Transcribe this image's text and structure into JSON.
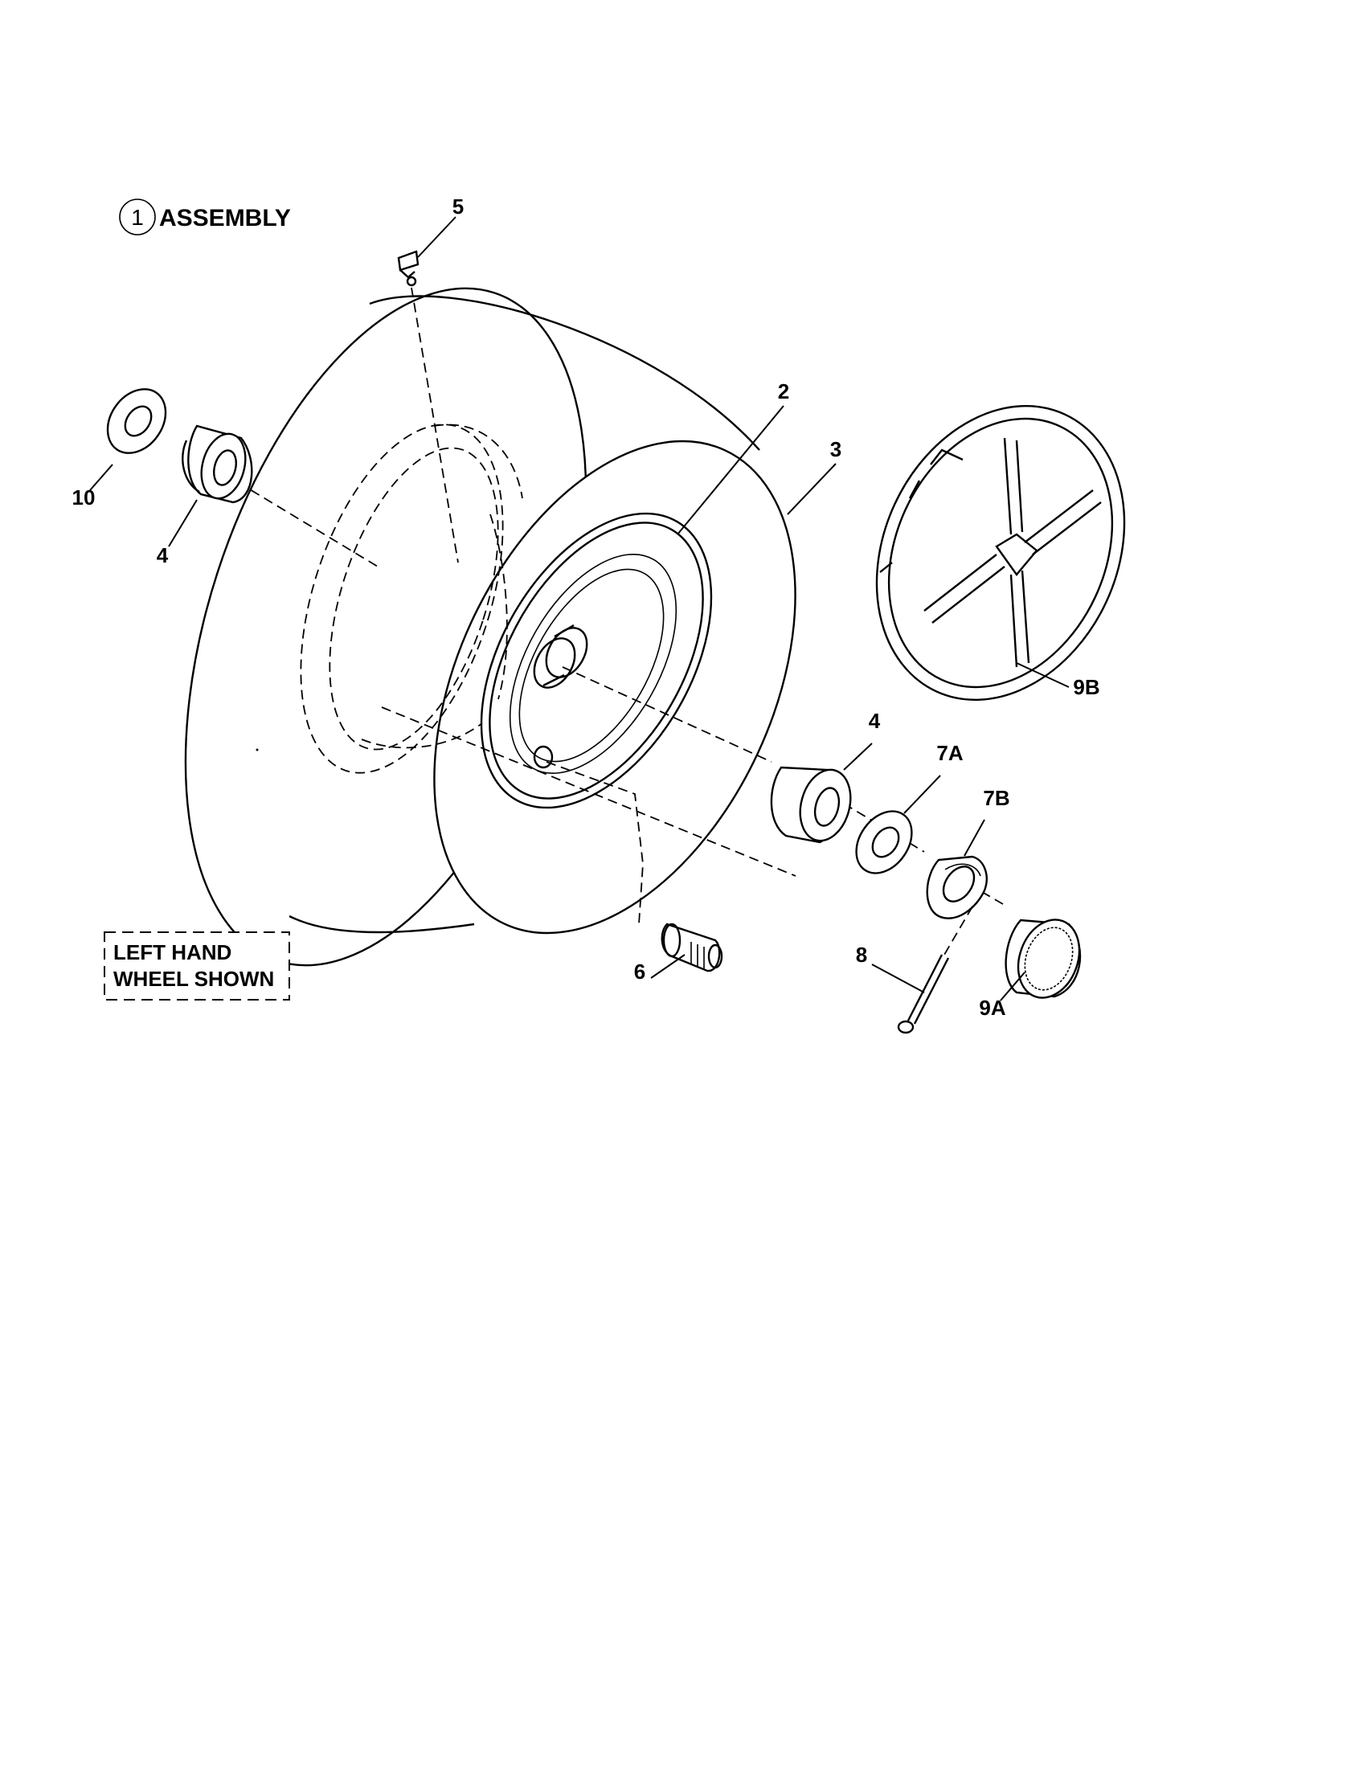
{
  "title": {
    "number": "1",
    "text": "ASSEMBLY"
  },
  "note": {
    "line1": "LEFT HAND",
    "line2": "WHEEL SHOWN"
  },
  "callouts": {
    "c5": "5",
    "c2": "2",
    "c3": "3",
    "c10": "10",
    "c4a": "4",
    "c4b": "4",
    "c9b": "9B",
    "c7a": "7A",
    "c7b": "7B",
    "c6": "6",
    "c8": "8",
    "c9a": "9A"
  }
}
